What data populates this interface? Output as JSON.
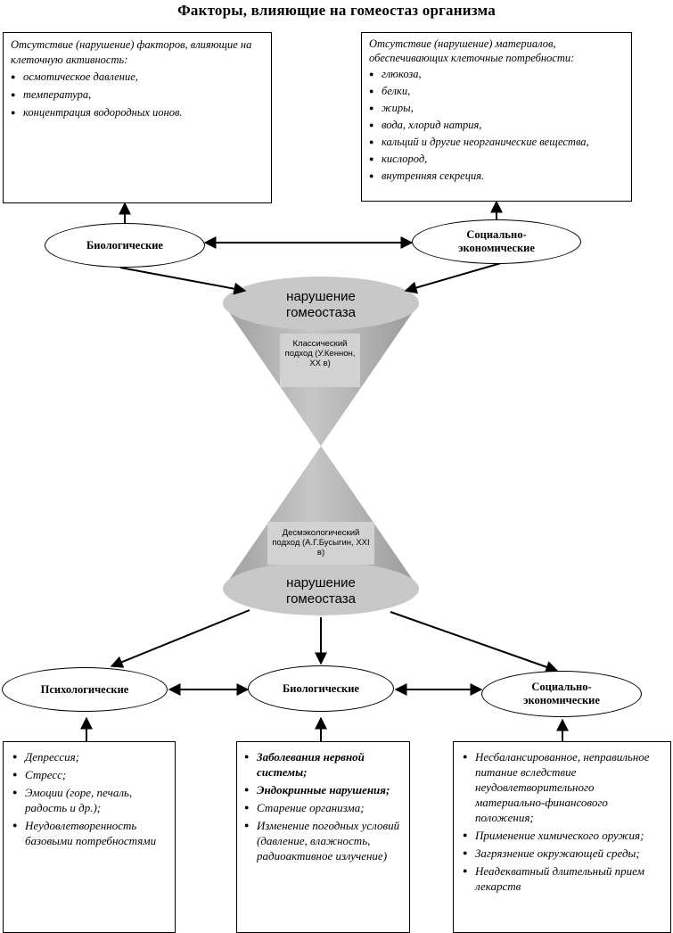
{
  "title": "Факторы, влияющие на гомеостаз организма",
  "top_left_box": {
    "head": "Отсутствие (нарушение) факторов, влияющие на клеточную активность:",
    "items": [
      "осмотическое давление,",
      "температура,",
      "концентрация водородных ионов."
    ]
  },
  "top_right_box": {
    "head": "Отсутствие (нарушение) материалов, обеспечивающих клеточные потребности:",
    "items": [
      "глюкоза,",
      "белки,",
      "жиры,",
      "вода, хлорид натрия,",
      "кальций и другие неорганические вещества,",
      "кислород,",
      "внутренняя секреция."
    ]
  },
  "ellipses": {
    "top_bio": "Биологические",
    "top_socio": "Социально-экономические",
    "bottom_psycho": "Психологические",
    "bottom_bio": "Биологические",
    "bottom_socio": "Социально-экономические"
  },
  "upper_cone": {
    "label": "нарушение гомеостаза",
    "approach": "Классический подход (У.Кеннон, XX в)"
  },
  "lower_cone": {
    "label": "нарушение гомеостаза",
    "approach": "Десмэкологический подход (А.Г.Бусыгин, XXI в)"
  },
  "bottom_left_box": {
    "items": [
      "Депрессия;",
      "Стресс;",
      "Эмоции (горе, печаль, радость и др.);",
      "Неудовлетворенность базовыми потребностями"
    ]
  },
  "bottom_mid_box": {
    "items": [
      "Заболевания нервной системы;",
      "Эндокринные нарушения;",
      "Старение организма;",
      "Изменение погодных условий (давление, влажность, радиоактивное излучение)"
    ]
  },
  "bottom_right_box": {
    "items": [
      "Несбалансированное, неправильное питание вследствие неудовлетворительного материально-финансового положения;",
      "Применение химического оружия;",
      "Загрязнение окружающей среды;",
      "Неадекватный длительный прием лекарств"
    ]
  },
  "colors": {
    "cone_fill": "#b4b4b4",
    "cone_top": "#c9c9c9",
    "line": "#000000"
  }
}
